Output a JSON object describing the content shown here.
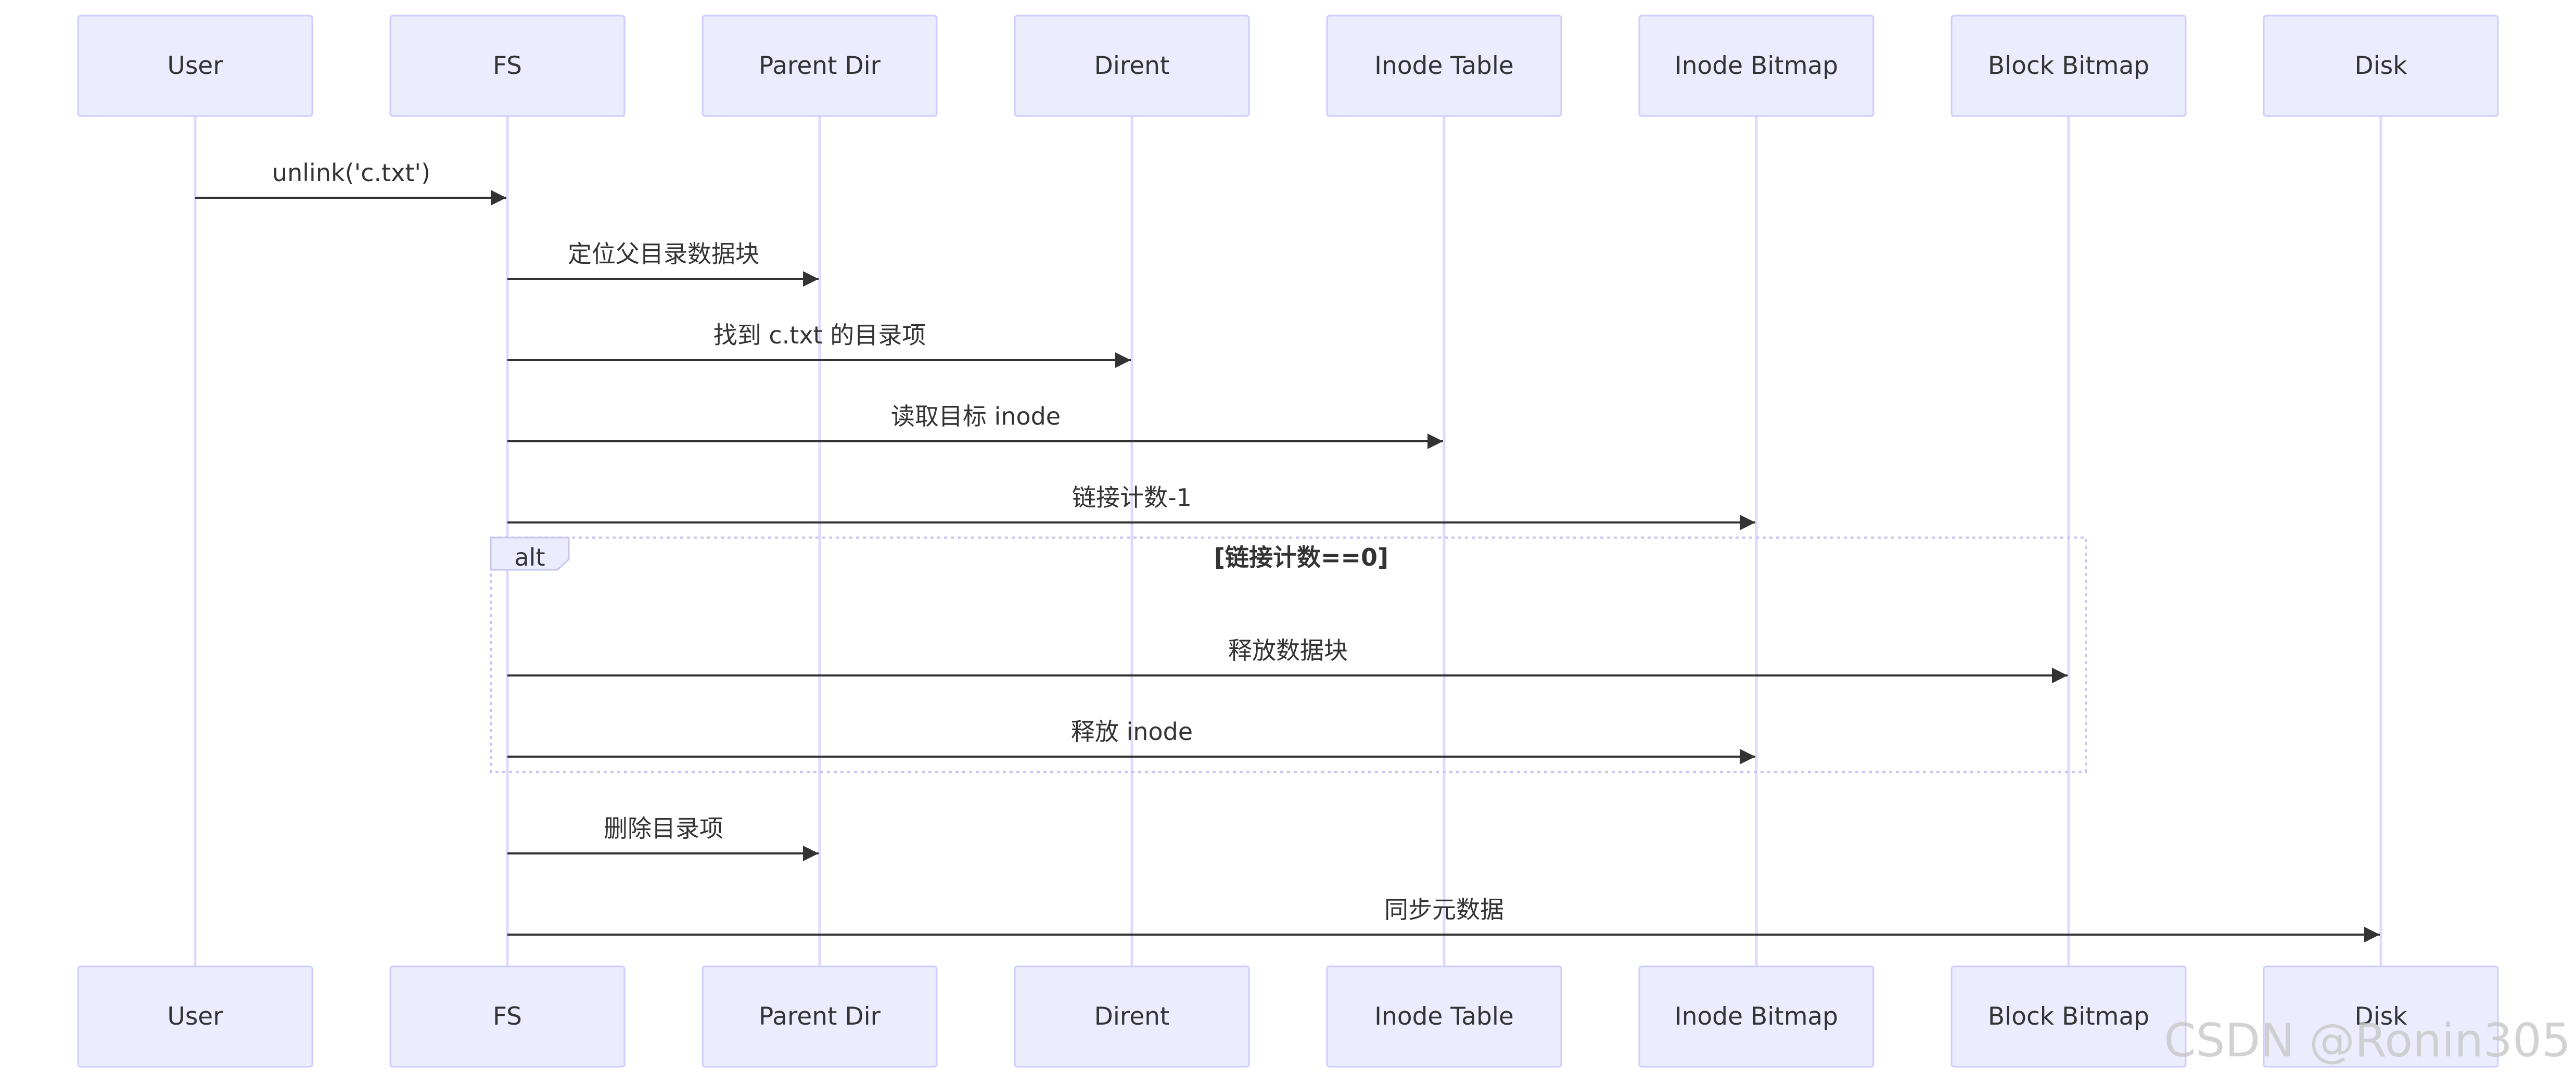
{
  "actors": [
    {
      "id": "user",
      "label": "User"
    },
    {
      "id": "fs",
      "label": "FS"
    },
    {
      "id": "parent-dir",
      "label": "Parent Dir"
    },
    {
      "id": "dirent",
      "label": "Dirent"
    },
    {
      "id": "inode-table",
      "label": "Inode Table"
    },
    {
      "id": "inode-bitmap",
      "label": "Inode Bitmap"
    },
    {
      "id": "block-bitmap",
      "label": "Block Bitmap"
    },
    {
      "id": "disk",
      "label": "Disk"
    }
  ],
  "messages": [
    {
      "from": 0,
      "to": 1,
      "label": "unlink('c.txt')"
    },
    {
      "from": 1,
      "to": 2,
      "label": "定位父目录数据块"
    },
    {
      "from": 1,
      "to": 3,
      "label": "找到 c.txt 的目录项"
    },
    {
      "from": 1,
      "to": 4,
      "label": "读取目标 inode"
    },
    {
      "from": 1,
      "to": 5,
      "label": "链接计数-1"
    },
    {
      "from": 1,
      "to": 6,
      "label": "释放数据块"
    },
    {
      "from": 1,
      "to": 5,
      "label": "释放 inode"
    },
    {
      "from": 1,
      "to": 2,
      "label": "删除目录项"
    },
    {
      "from": 1,
      "to": 7,
      "label": "同步元数据"
    }
  ],
  "frame": {
    "label": "alt",
    "condition": "[链接计数==0]"
  },
  "watermark": "CSDN @Ronin305"
}
